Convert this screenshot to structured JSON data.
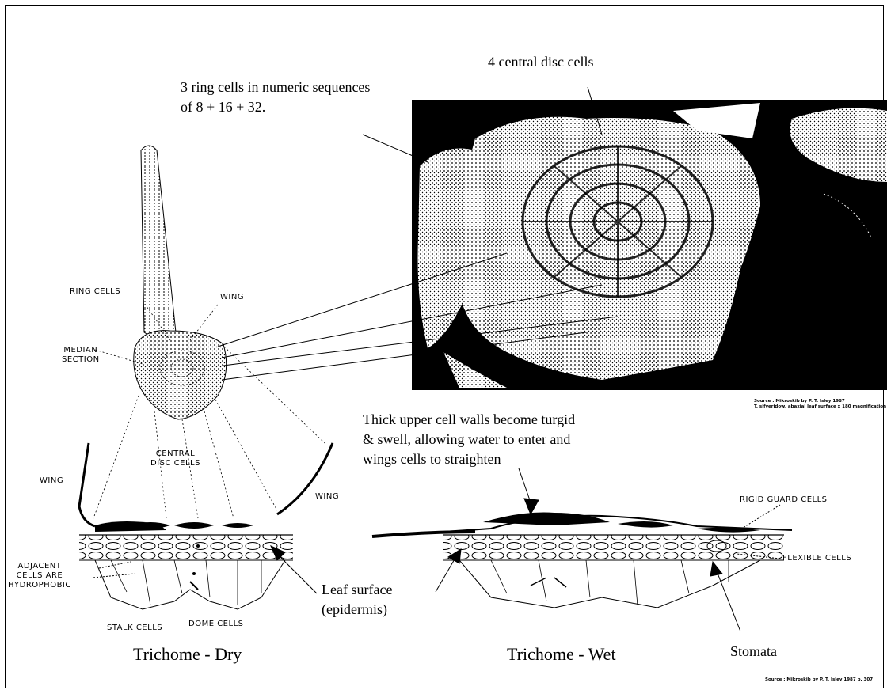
{
  "annotations": {
    "central_disc": "4 central disc cells",
    "ring_line1": "3 ring cells in numeric sequences",
    "ring_line2": "of 8 + 16 + 32.",
    "thick_line1": "Thick upper cell walls become turgid",
    "thick_line2": "& swell, allowing water to enter and",
    "thick_line3": "wings cells to straighten",
    "leaf_surface_line1": "Leaf surface",
    "leaf_surface_line2": "(epidermis)",
    "stomata": "Stomata"
  },
  "titles": {
    "dry": "Trichome - Dry",
    "wet": "Trichome - Wet"
  },
  "small_labels": {
    "ring_cells": "RING CELLS",
    "wing_top": "WING",
    "median_line1": "MEDIAN",
    "median_line2": "SECTION",
    "central_line1": "CENTRAL",
    "central_line2": "DISC CELLS",
    "wing_left": "WING",
    "wing_right": "WING",
    "adjacent_line1": "ADJACENT",
    "adjacent_line2": "CELLS  ARE",
    "adjacent_line3": "HYDROPHOBIC",
    "stalk_cells": "STALK CELLS",
    "dome_cells": "DOME CELLS",
    "rigid_guard": "RIGID GUARD CELLS",
    "flexible_cells": "FLEXIBLE CELLS"
  },
  "sources": {
    "micrograph_line1": "Source : Mikroskib by P. T. Isley  1987",
    "micrograph_line2": "T. sifveridow, abaxial leaf surface  x 180 magnification",
    "page": "Source : Mikroskib by P. T. Isley  1987 p. 307"
  }
}
